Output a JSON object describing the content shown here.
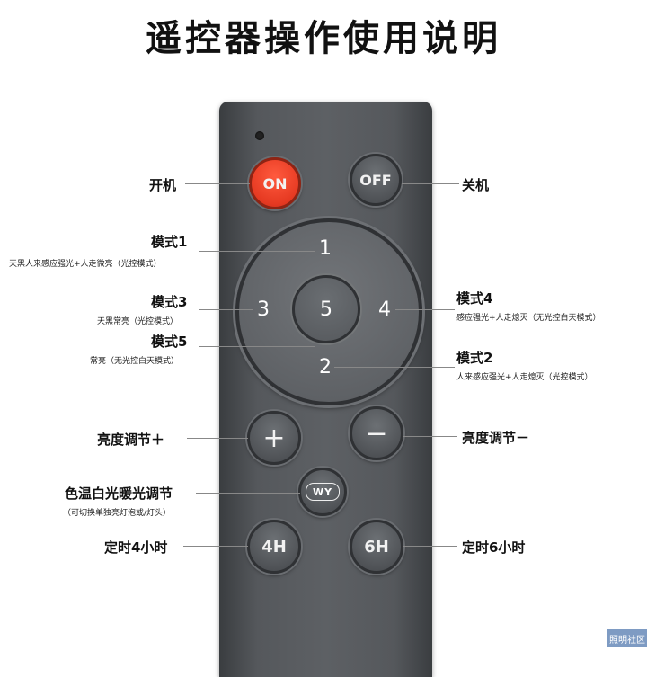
{
  "title": "遥控器操作使用说明",
  "buttons": {
    "on": "ON",
    "off": "OFF",
    "mode1": "1",
    "mode2": "2",
    "mode3": "3",
    "mode4": "4",
    "mode5": "5",
    "plus": "+",
    "minus": "−",
    "wy": "WY",
    "timer4": "4H",
    "timer6": "6H"
  },
  "labels": {
    "power_on": "开机",
    "power_off": "关机",
    "mode1": "模式1",
    "mode1_desc": "天黑人来感应强光+人走微亮（光控模式）",
    "mode3": "模式3",
    "mode3_desc": "天黑常亮（光控模式）",
    "mode5": "模式5",
    "mode5_desc": "常亮（无光控白天模式）",
    "mode4": "模式4",
    "mode4_desc": "感应强光+人走熄灭（无光控白天模式）",
    "mode2": "模式2",
    "mode2_desc": "人来感应强光+人走熄灭（光控模式）",
    "bright_up": "亮度调节＋",
    "bright_down": "亮度调节－",
    "color_temp": "色温白光暖光调节",
    "color_temp_desc": "（可切换单独亮灯泡或/灯头）",
    "timer4": "定时4小时",
    "timer6": "定时6小时"
  },
  "watermark": "照明社区",
  "colors": {
    "on_button": "#e63a22",
    "remote_body": "#55585c"
  }
}
